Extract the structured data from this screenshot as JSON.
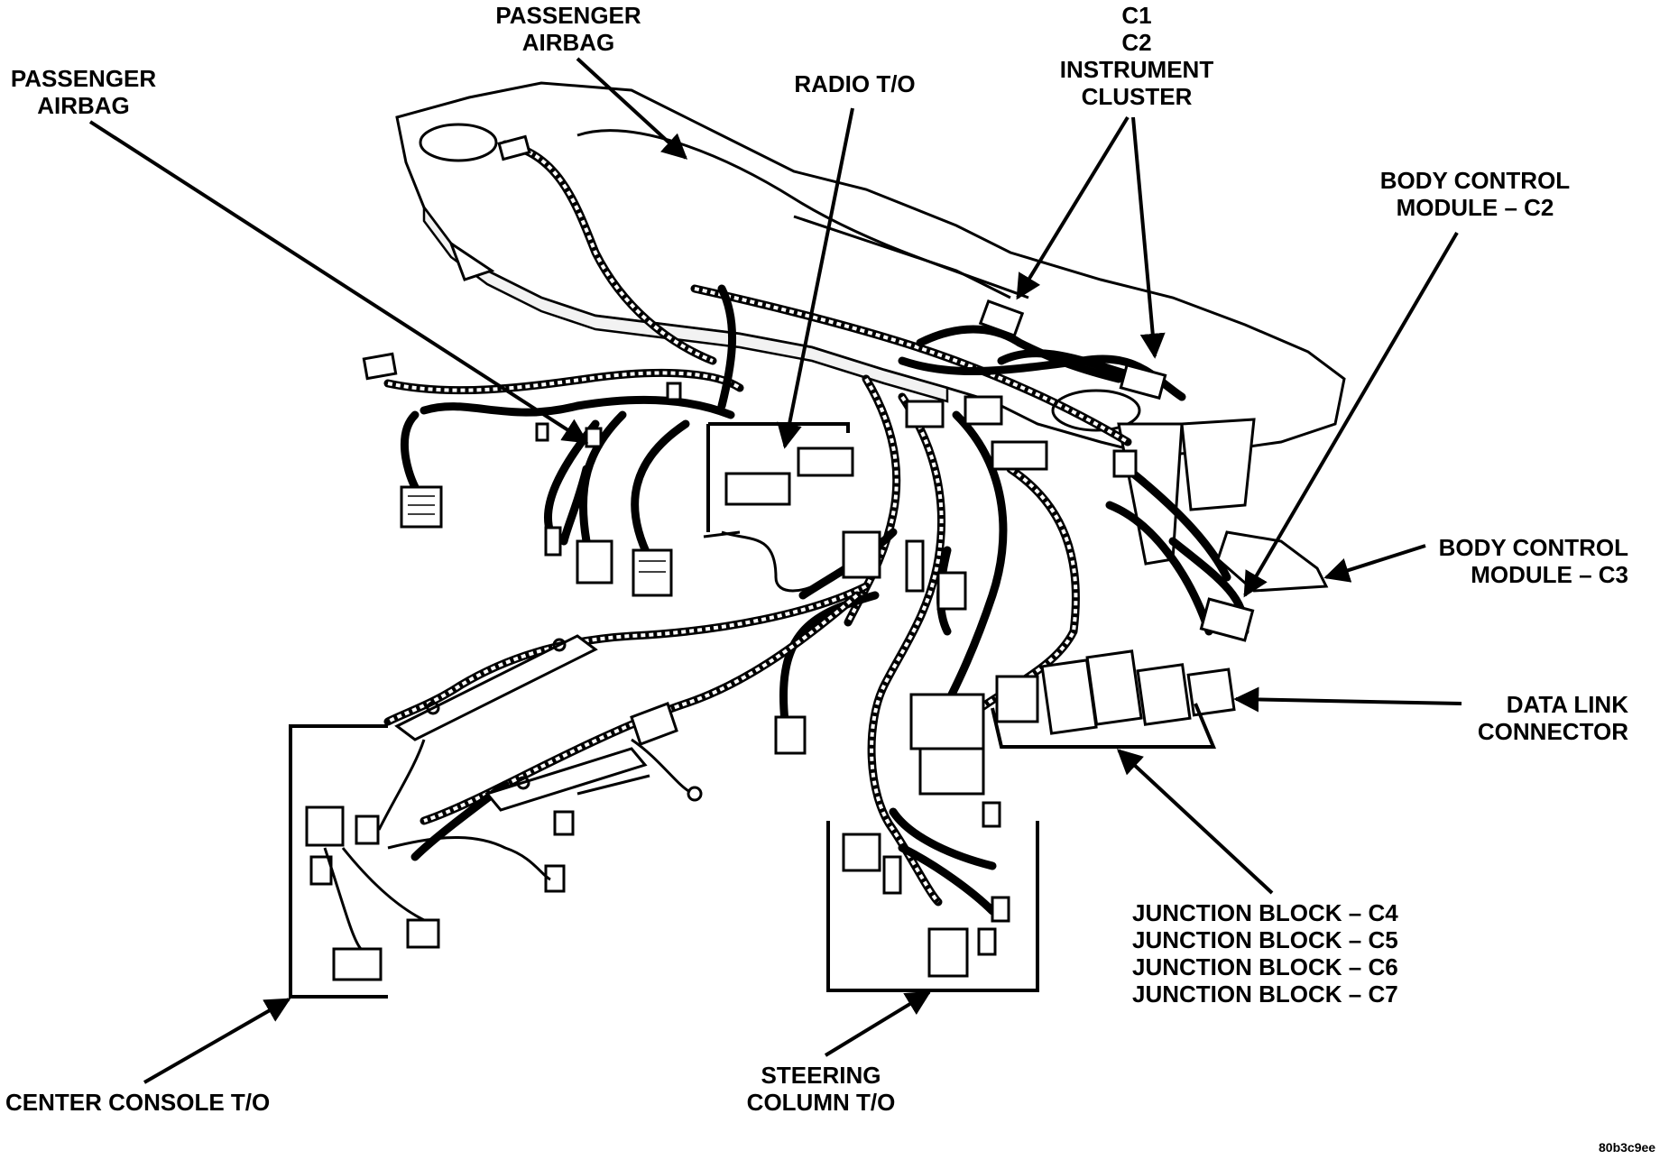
{
  "diagram": {
    "labels": {
      "passenger_airbag_left": [
        "PASSENGER",
        "AIRBAG"
      ],
      "passenger_airbag_top": [
        "PASSENGER",
        "AIRBAG"
      ],
      "radio_to": [
        "RADIO T/O"
      ],
      "instrument_cluster": [
        "C1",
        "C2",
        "INSTRUMENT",
        "CLUSTER"
      ],
      "body_control_module_c2": [
        "BODY CONTROL",
        "MODULE – C2"
      ],
      "body_control_module_c3": [
        "BODY CONTROL",
        "MODULE – C3"
      ],
      "data_link_connector": [
        "DATA LINK",
        "CONNECTOR"
      ],
      "junction_block": [
        "JUNCTION BLOCK – C4",
        "JUNCTION BLOCK – C5",
        "JUNCTION BLOCK – C6",
        "JUNCTION BLOCK – C7"
      ],
      "steering_column_to": [
        "STEERING",
        "COLUMN T/O"
      ],
      "center_console_to": [
        "CENTER CONSOLE T/O"
      ]
    },
    "figure_code": "80b3c9ee"
  }
}
